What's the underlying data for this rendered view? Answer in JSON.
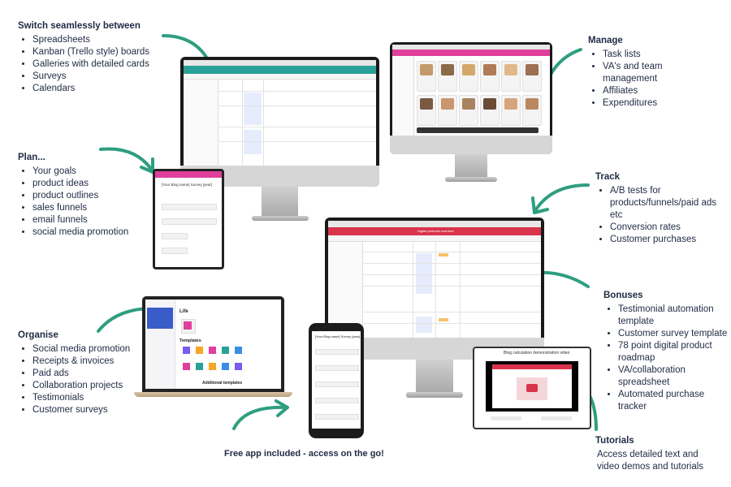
{
  "switch": {
    "heading": "Switch seamlessly between",
    "items": [
      "Spreadsheets",
      "Kanban (Trello style) boards",
      "Galleries with detailed cards",
      "Surveys",
      "Calendars"
    ]
  },
  "manage": {
    "heading": "Manage",
    "items": [
      "Task lists",
      "VA's and team management",
      "Affiliates",
      "Expenditures"
    ]
  },
  "plan": {
    "heading": "Plan...",
    "items": [
      "Your goals",
      "product ideas",
      "product outlines",
      "sales funnels",
      "email funnels",
      "social media promotion"
    ]
  },
  "track": {
    "heading": "Track",
    "items": [
      "A/B tests for products/funnels/paid ads etc",
      "Conversion rates",
      "Customer purchases"
    ]
  },
  "bonuses": {
    "heading": "Bonuses",
    "items": [
      "Testimonial automation template",
      "Customer survey template",
      "78 point digital product roadmap",
      "VA/collaboration spreadsheet",
      "Automated purchase tracker"
    ]
  },
  "organise": {
    "heading": "Organise",
    "items": [
      "Social media promotion",
      "Receipts & invoices",
      "Paid ads",
      "Collaboration projects",
      "Testimonials",
      "Customer surveys"
    ]
  },
  "tutorials": {
    "heading": "Tutorials",
    "body": "Access detailed text and video demos and tutorials"
  },
  "free_app": "Free app included - access on the go!",
  "screens": {
    "survey_title": "[Your Blog name] Survey [year]",
    "mobile_title": "[Your Blog name] Survey [year]",
    "laptop_title": "Life",
    "laptop_templates": "Templates",
    "laptop_more": "Additional templates",
    "track_title": "Digital products overview",
    "video_title": "Blog calculation demonstration video"
  },
  "colors": {
    "accent_arrow": "#2e9e7f",
    "teal_header": "#2aa198",
    "pink_header": "#e0409b",
    "red_header": "#d9344c",
    "text": "#1f2a44"
  }
}
